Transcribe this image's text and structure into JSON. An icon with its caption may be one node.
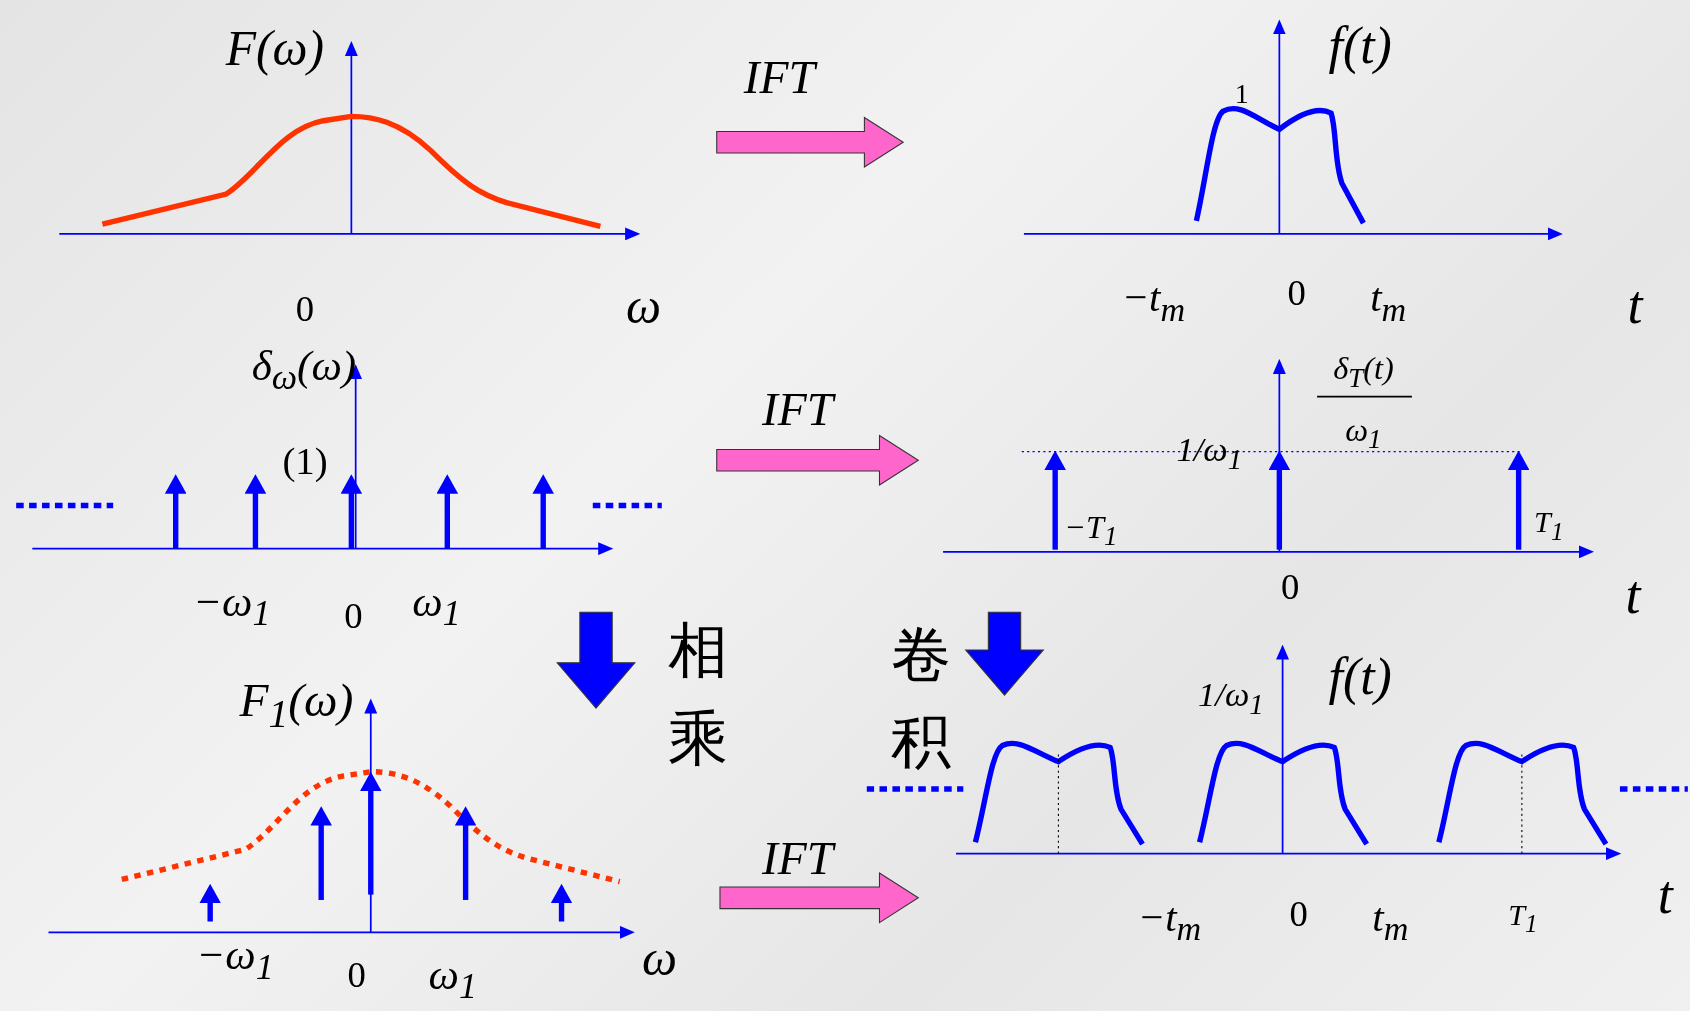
{
  "diagram": {
    "nodes": [
      {
        "text": [],
        "shape": "picture"
      },
      {
        "text": [],
        "shape": "picture"
      },
      {
        "text": [],
        "shape": "picture"
      },
      {
        "text": [],
        "shape": "picture"
      },
      {
        "text": [],
        "shape": "picture"
      },
      {
        "text": [],
        "shape": "picture"
      }
    ],
    "edges": [
      {
        "from": 0,
        "to": 1,
        "arrow": "to",
        "label": "IFT"
      },
      {
        "from": 2,
        "to": 3,
        "arrow": "to",
        "label": "IFT"
      },
      {
        "from": 4,
        "to": 5,
        "arrow": "to",
        "label": "IFT"
      },
      {
        "from": 2,
        "to": 4,
        "arrow": "to",
        "label": "相乘",
        "color": "#0000ff"
      },
      {
        "from": 3,
        "to": 5,
        "arrow": "to",
        "label": "卷积",
        "color": "#0000ff"
      }
    ],
    "labels": [
      "F(ω)",
      "f(t)",
      "1",
      "0",
      "ω",
      "−t$_{m}$",
      "0",
      "t$_{m}$",
      "t",
      "δ$_{ω}$(ω)",
      "δ$_{T}$(t)",
      "(1)",
      "1/ω$_{1}$",
      "ω$_{1}$",
      "−T$_{1}$",
      "T$_{1}$",
      "−ω$_{1}$",
      "0",
      "ω$_{1}$",
      "0",
      "t",
      "F$_{1}$(ω)",
      "1/ω$_{1}$",
      "f(t)",
      "−t$_{m}$",
      "0",
      "t$_{m}$",
      "T$_{1}$",
      "t",
      "−ω$_{1}$",
      "0",
      "ω$_{1}$",
      "ω"
    ]
  }
}
